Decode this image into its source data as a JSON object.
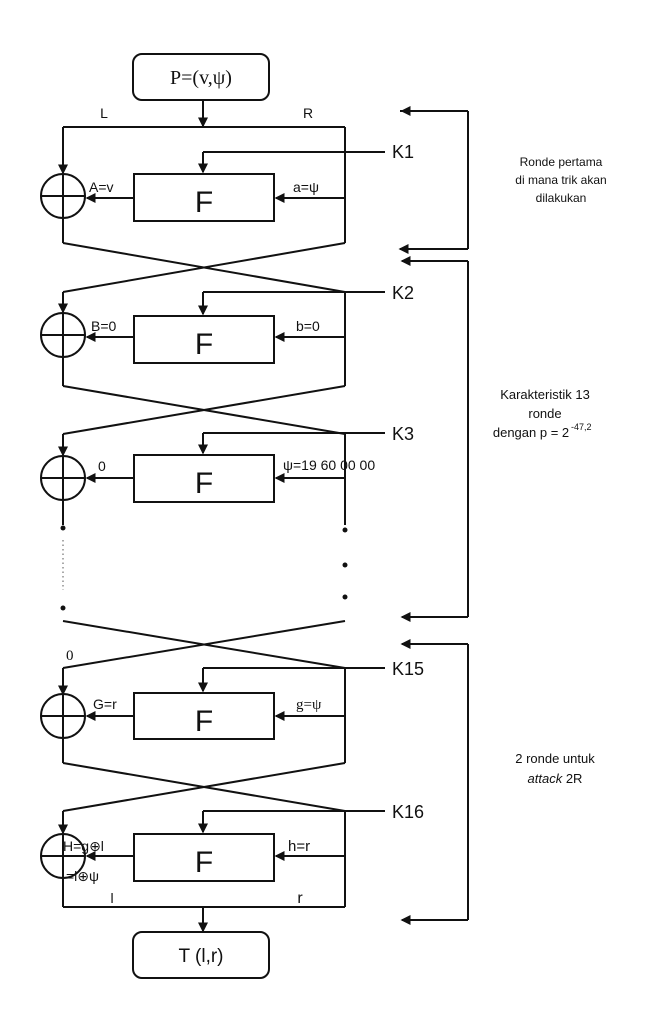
{
  "input_block": "P=(v,ψ)",
  "output_block": "T (l,r)",
  "top_split": {
    "left": "L",
    "right": "R"
  },
  "bottom_split": {
    "left": "l",
    "right": "r"
  },
  "f_label": "F",
  "rounds": [
    {
      "key": "K1",
      "left_value": "A=v",
      "right_value": "a=ψ"
    },
    {
      "key": "K2",
      "left_value": "B=0",
      "right_value": "b=0"
    },
    {
      "key": "K3",
      "left_value": "0",
      "right_value": "ψ=19 60 00 00"
    },
    {
      "key": "K15",
      "left_value": "G=r",
      "right_value": "g=ψ"
    },
    {
      "key": "K16",
      "left_value": "H=g⊕l",
      "left_value_2": "=l⊕ψ",
      "right_value": "h=r"
    }
  ],
  "zero_above_k15": "0",
  "annotations": {
    "first_round": [
      "Ronde pertama",
      "di mana trik akan",
      "dilakukan"
    ],
    "characteristic": {
      "line1": "Karakteristik 13",
      "line2": "ronde",
      "line3_prefix": "dengan p = 2",
      "line3_exp": "-47,2"
    },
    "attack": {
      "line1": "2 ronde untuk",
      "line2_italic": "attack",
      "line2_rest": " 2R"
    }
  }
}
